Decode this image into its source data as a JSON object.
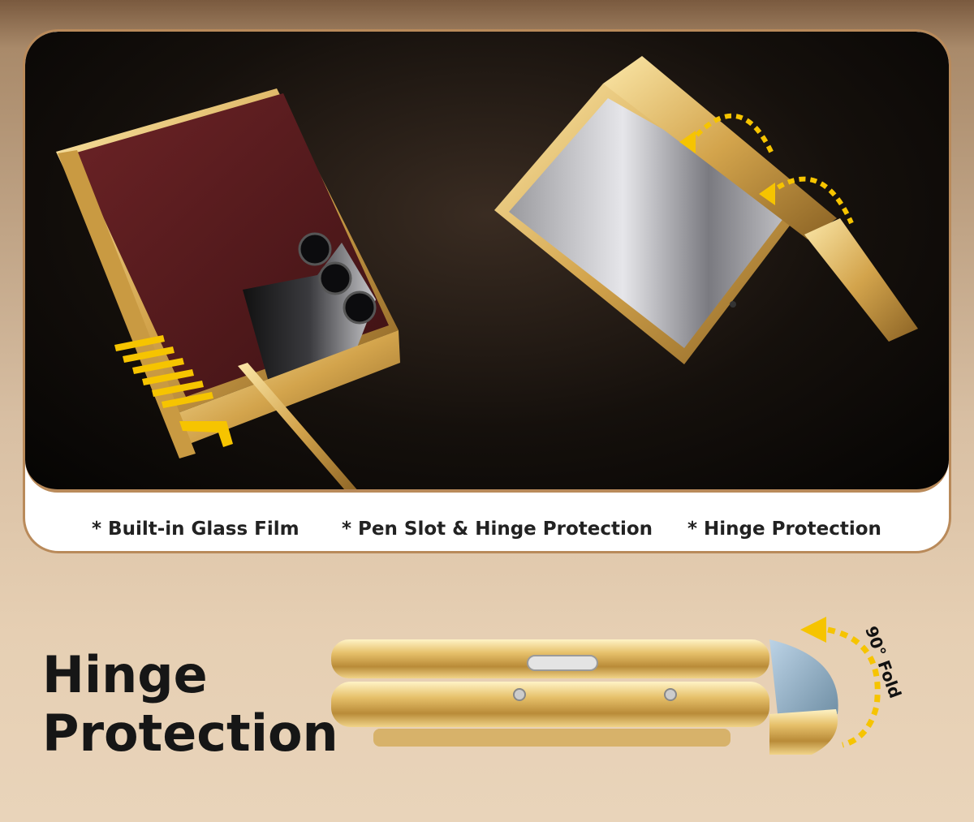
{
  "features": [
    {
      "label": "* Built-in Glass Film"
    },
    {
      "label": "* Pen Slot & Hinge Protection"
    },
    {
      "label": "* Hinge Protection"
    }
  ],
  "hero": {
    "line1": "Hinge",
    "line2": "Protection"
  },
  "fold": {
    "label": "90° Fold"
  },
  "colors": {
    "gold": "#d9b35a",
    "leather": "#5a1c1e",
    "accent_yellow": "#f6c400",
    "frame": "#b98a5a"
  }
}
